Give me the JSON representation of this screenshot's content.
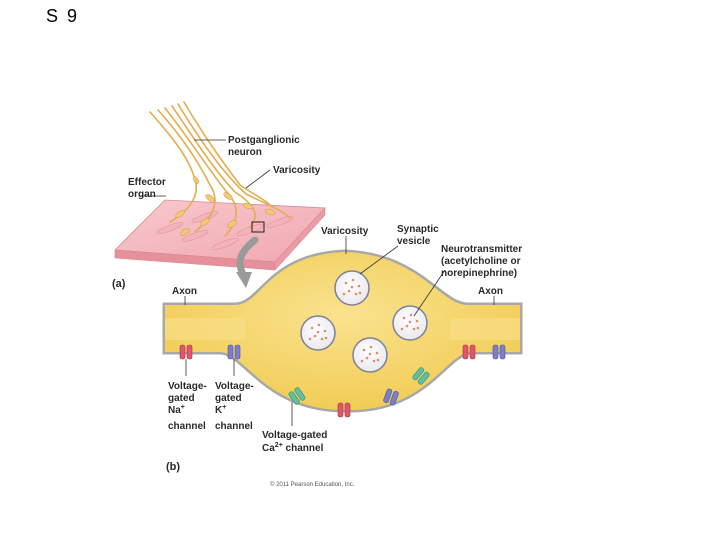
{
  "slide": {
    "number": "S 9"
  },
  "panel_a": {
    "label": "(a)",
    "postganglionic_1": "Postganglionic",
    "postganglionic_2": "neuron",
    "varicosity": "Varicosity",
    "effector_1": "Effector",
    "effector_2": "organ"
  },
  "panel_b": {
    "label": "(b)",
    "axon_left": "Axon",
    "axon_right": "Axon",
    "varicosity": "Varicosity",
    "synaptic_1": "Synaptic",
    "synaptic_2": "vesicle",
    "nt_1": "Neurotransmitter",
    "nt_2": "(acetylcholine or",
    "nt_3": "norepinephrine)",
    "na_1": "Voltage-",
    "na_2": "gated",
    "na_3": "Na",
    "na_sup": "+",
    "na_4": "channel",
    "k_1": "Voltage-",
    "k_2": "gated",
    "k_3": "K",
    "k_sup": "+",
    "k_4": "channel",
    "ca_1": "Voltage-gated",
    "ca_2": "Ca",
    "ca_sup": "2+",
    "ca_3": " channel"
  },
  "copyright": "© 2011 Pearson Education, Inc.",
  "colors": {
    "axon_fill": "#f5d56a",
    "axon_border": "#a8a8a8",
    "effector": "#f5b8bf",
    "nerve": "#e8b75a",
    "na_channel": "#e0566a",
    "k_channel": "#7b7fc9",
    "ca_channel": "#5fbf9f"
  }
}
